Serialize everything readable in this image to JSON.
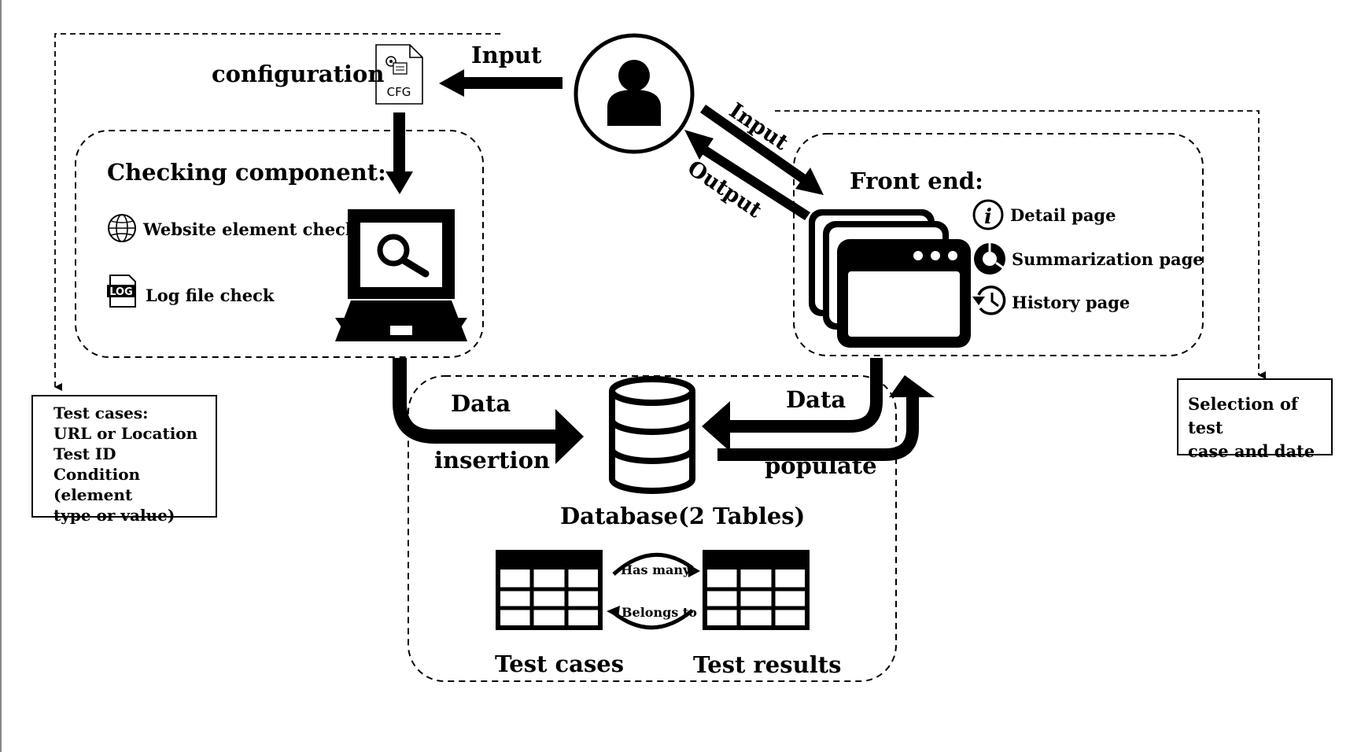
{
  "labels": {
    "configuration": "configuration",
    "cfg_icon_text": "CFG",
    "input_top": "Input",
    "input_diag": "Input",
    "output_diag": "Output",
    "checking_title": "Checking component:",
    "website_check": "Website element check",
    "log_icon_text": "LOG",
    "log_check": "Log file check",
    "front_end_title": "Front end:",
    "detail_page": "Detail page",
    "summarization_page": "Summarization page",
    "history_page": "History page",
    "data_insertion_1": "Data",
    "data_insertion_2": "insertion",
    "data_populate_1": "Data",
    "data_populate_2": "populate",
    "database": "Database(2 Tables)",
    "has_many": "Has many",
    "belongs_to": "Belongs to",
    "test_cases_table": "Test cases",
    "test_results_table": "Test results"
  },
  "test_cases_box": {
    "lines": [
      "Test cases:",
      "URL or Location",
      "Test ID",
      "Condition (element",
      "type or value)"
    ]
  },
  "selection_box": {
    "lines": [
      "Selection of test",
      "case and date"
    ]
  },
  "colors": {
    "ink": "#000000",
    "background": "#ffffff"
  },
  "icons": [
    "document-cfg-icon",
    "user-icon",
    "laptop-search-icon",
    "globe-icon",
    "log-file-icon",
    "browser-windows-icon",
    "info-icon",
    "pie-chart-icon",
    "history-icon",
    "database-icon",
    "table-icon"
  ]
}
